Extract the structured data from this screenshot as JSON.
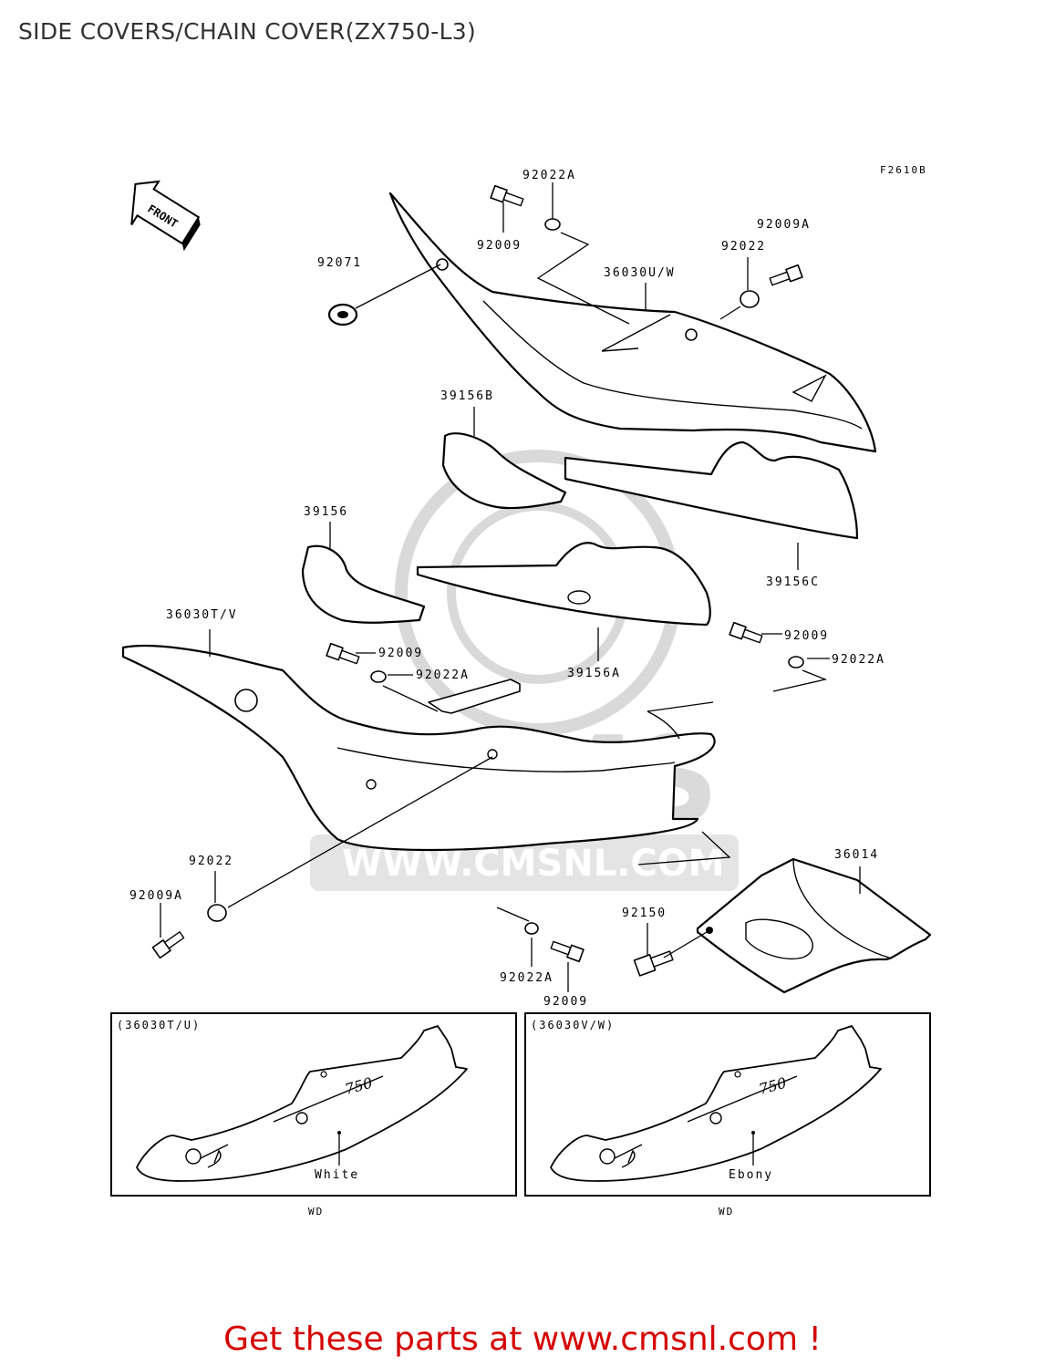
{
  "title": "SIDE COVERS/CHAIN COVER(ZX750-L3)",
  "figure_code": "F2610B",
  "front_arrow": "FRONT",
  "watermark": {
    "brand": "CMS",
    "url": "WWW.CMSNL.COM"
  },
  "labels": {
    "p92022A_top": "92022A",
    "p92009_top": "92009",
    "p92071": "92071",
    "p36030UW": "36030U/W",
    "p92022_top": "92022",
    "p92009A_top": "92009A",
    "p39156B": "39156B",
    "p39156": "39156",
    "p39156C": "39156C",
    "p36030TV": "36030T/V",
    "p92009_mid_left": "92009",
    "p92022A_mid_left": "92022A",
    "p39156A": "39156A",
    "p92009_mid_right": "92009",
    "p92022A_mid_right": "92022A",
    "p92022_bottom": "92022",
    "p92009A_bottom": "92009A",
    "p36014": "36014",
    "p92150": "92150",
    "p92022A_bottom": "92022A",
    "p92009_bottom": "92009"
  },
  "insets": [
    {
      "code": "(36030T/U)",
      "color": "White",
      "note": "WD",
      "badge": "750"
    },
    {
      "code": "(36030V/W)",
      "color": "Ebony",
      "note": "WD",
      "badge": "750"
    }
  ],
  "promo": "Get these parts at www.cmsnl.com !"
}
